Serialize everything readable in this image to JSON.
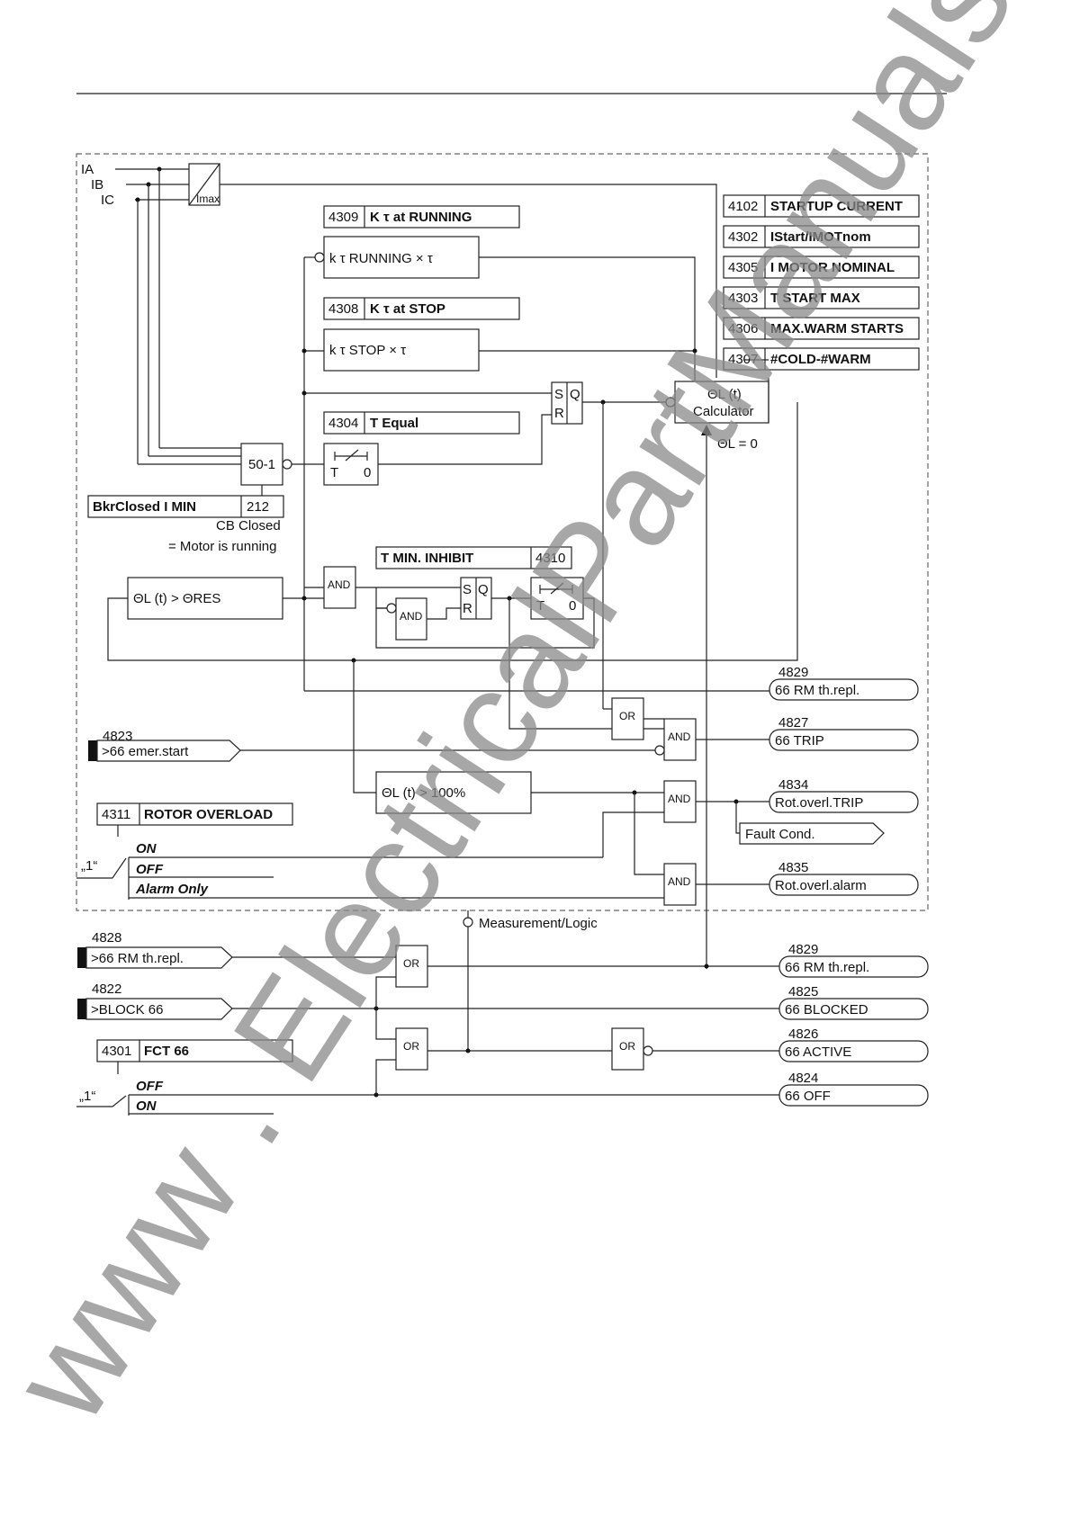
{
  "inputs": {
    "ia": "IA",
    "ib": "IB",
    "ic": "IC",
    "imax": "Imax"
  },
  "params": {
    "p4309_no": "4309",
    "p4309_label": "K τ  at RUNNING",
    "p4308_no": "4308",
    "p4308_label": "K τ  at STOP",
    "p4304_no": "4304",
    "p4304_label": "T Equal",
    "p4310_no": "4310",
    "p4310_label": "T MIN. INHIBIT",
    "p212_no": "212",
    "p212_label": "BkrClosed I MIN",
    "p4311_no": "4311",
    "p4311_label": "ROTOR OVERLOAD",
    "p4301_no": "4301",
    "p4301_label": "FCT 66",
    "right": [
      {
        "no": "4102",
        "label": "STARTUP CURRENT"
      },
      {
        "no": "4302",
        "label": "IStart/IMOTnom"
      },
      {
        "no": "4305",
        "label": "I MOTOR NOMINAL"
      },
      {
        "no": "4303",
        "label": "T START MAX"
      },
      {
        "no": "4306",
        "label": "MAX.WARM STARTS"
      },
      {
        "no": "4307",
        "label": "#COLD-#WARM"
      }
    ]
  },
  "blocks": {
    "k_running": "k τ  RUNNING × τ",
    "k_stop": "k τ  STOP × τ",
    "calc_line1": "ΘL (t)",
    "calc_line2": "Calculator",
    "theta_zero": "ΘL = 0",
    "stage_50_1": "50-1",
    "cb_closed": "CB Closed",
    "motor_running": "= Motor is running",
    "theta_res": "ΘL (t) > ΘRES",
    "theta_100": "ΘL (t) > 100%",
    "timer_t": "T",
    "timer_0": "0",
    "s": "S",
    "r": "R",
    "q": "Q",
    "and": "AND",
    "or": "OR",
    "measurement_logic": "Measurement/Logic"
  },
  "switch_rotor": {
    "one": "„1“",
    "on": "ON",
    "off": "OFF",
    "alarm": "Alarm Only"
  },
  "switch_fct": {
    "one": "„1“",
    "off": "OFF",
    "on": "ON"
  },
  "binary_inputs": [
    {
      "no": "4823",
      "label": ">66 emer.start"
    },
    {
      "no": "4828",
      "label": ">66 RM th.repl."
    },
    {
      "no": "4822",
      "label": ">BLOCK 66"
    }
  ],
  "outputs": [
    {
      "no": "4829",
      "label": "66 RM th.repl."
    },
    {
      "no": "4827",
      "label": "66 TRIP"
    },
    {
      "no": "4834",
      "label": "Rot.overl.TRIP"
    },
    {
      "no": "",
      "label": "Fault Cond."
    },
    {
      "no": "4835",
      "label": "Rot.overl.alarm"
    },
    {
      "no": "4829",
      "label": "66 RM th.repl."
    },
    {
      "no": "4825",
      "label": "66 BLOCKED"
    },
    {
      "no": "4826",
      "label": "66 ACTIVE"
    },
    {
      "no": "4824",
      "label": "66 OFF"
    }
  ],
  "watermark": "www . ElectricalPartManuals . com"
}
